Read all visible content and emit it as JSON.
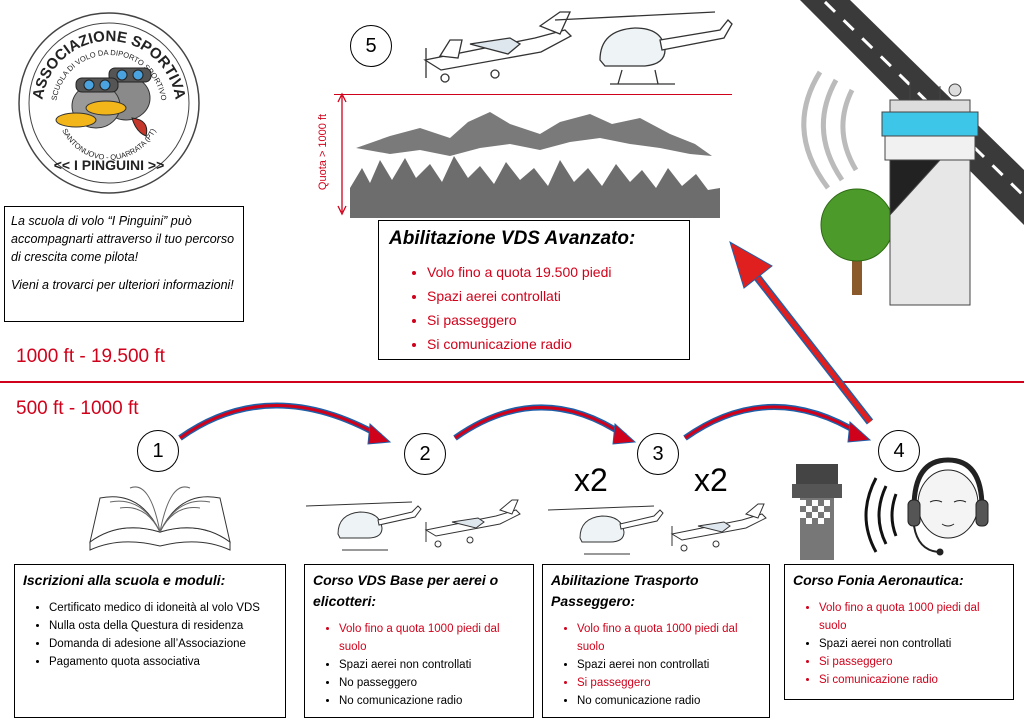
{
  "logo": {
    "top_text": "ASSOCIAZIONE SPORTIVA",
    "subtitle": "SCUOLA DI VOLO DA DIPORTO SPORTIVO",
    "location": "SANTONUOVO - QUARRATA (PT)",
    "name": "<< I PINGUINI >>"
  },
  "intro": {
    "paragraph1": "La scuola di volo “I Pinguini” può accompagnarti attraverso il tuo percorso di crescita come pilota!",
    "paragraph2": "Vieni a trovarci per ulteriori informazioni!"
  },
  "altitudes": {
    "upper": "1000 ft - 19.500 ft",
    "lower": "500 ft - 1000 ft",
    "quota": "Quota > 1000 ft"
  },
  "steps": [
    "1",
    "2",
    "3",
    "4",
    "5"
  ],
  "multipliers": [
    "x2",
    "x2"
  ],
  "advanced": {
    "title": "Abilitazione VDS Avanzato:",
    "items": [
      {
        "text": "Volo fino a quota 19.500 piedi",
        "color": "#d0021b"
      },
      {
        "text": "Spazi aerei controllati",
        "color": "#d0021b"
      },
      {
        "text": "Si passeggero",
        "color": "#d0021b"
      },
      {
        "text": "Si comunicazione radio",
        "color": "#d0021b"
      }
    ]
  },
  "cards": [
    {
      "title": "Iscrizioni alla scuola e moduli:",
      "items": [
        {
          "text": "Certificato medico di idoneità al volo VDS",
          "red": false
        },
        {
          "text": "Nulla osta della Questura di residenza",
          "red": false
        },
        {
          "text": "Domanda di adesione all’Associazione",
          "red": false
        },
        {
          "text": "Pagamento quota associativa",
          "red": false
        }
      ]
    },
    {
      "title": "Corso VDS Base per aerei o elicotteri:",
      "items": [
        {
          "text": "Volo fino a quota 1000 piedi dal suolo",
          "red": true
        },
        {
          "text": "Spazi aerei non controllati",
          "red": false
        },
        {
          "text": "No passeggero",
          "red": false
        },
        {
          "text": "No comunicazione radio",
          "red": false
        }
      ]
    },
    {
      "title": "Abilitazione Trasporto Passeggero:",
      "items": [
        {
          "text": "Volo fino a quota 1000 piedi dal suolo",
          "red": true
        },
        {
          "text": "Spazi aerei non controllati",
          "red": false
        },
        {
          "text": "Si passeggero",
          "red": true
        },
        {
          "text": "No comunicazione radio",
          "red": false
        }
      ]
    },
    {
      "title": "Corso Fonia Aeronautica:",
      "items": [
        {
          "text": "Volo fino a quota 1000 piedi dal suolo",
          "red": true
        },
        {
          "text": "Spazi aerei non controllati",
          "red": false
        },
        {
          "text": "Si passeggero",
          "red": true
        },
        {
          "text": "Si comunicazione radio",
          "red": true
        }
      ]
    }
  ],
  "colors": {
    "accent_red": "#d0021b",
    "arrow_blue": "#1f5fa8",
    "mountain_gray": "#6d6d6d",
    "tree_green": "#4c9a2a"
  }
}
